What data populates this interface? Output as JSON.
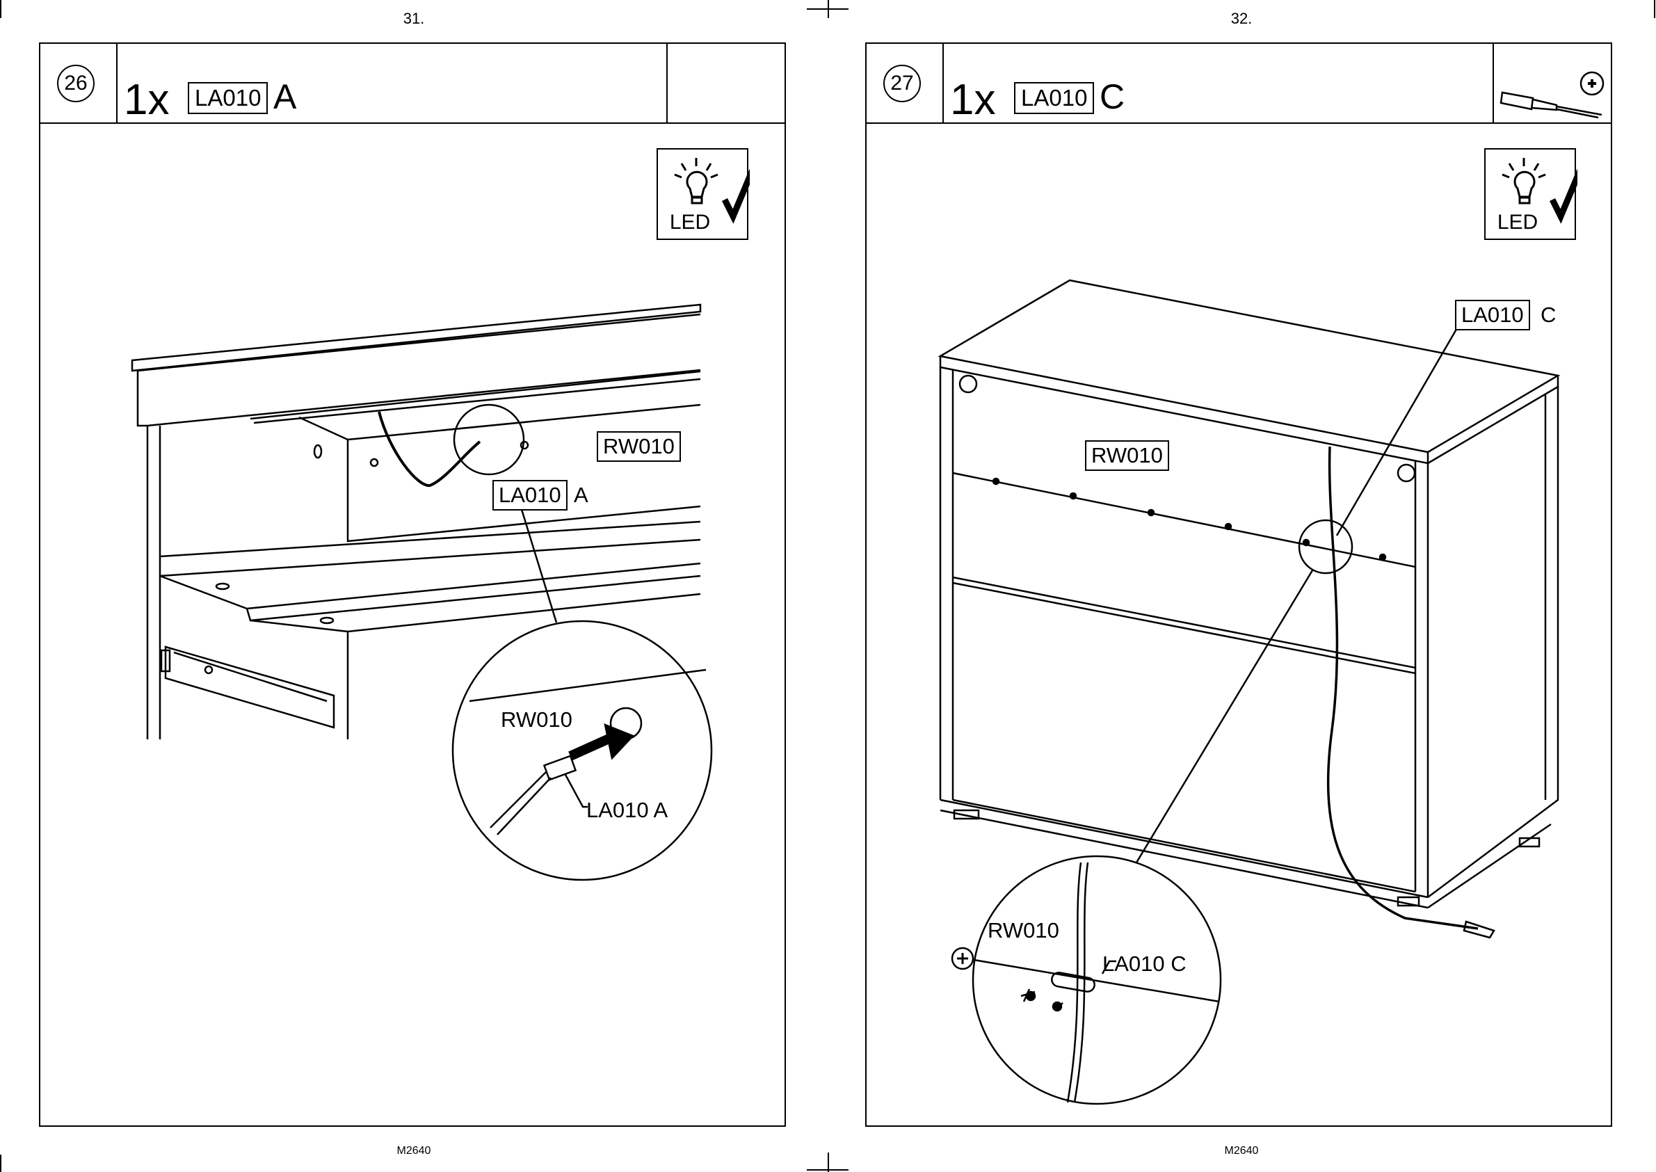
{
  "pages": [
    {
      "page_number": "31.",
      "step": "26",
      "quantity": "1x",
      "part": "LA010",
      "part_suffix": "A",
      "led_label": "LED",
      "labels": {
        "panel": "RW010",
        "part_boxed": "LA010",
        "part_boxed_suffix": "A",
        "detail_panel": "RW010",
        "detail_part": "LA010 A"
      },
      "footer": "M2640"
    },
    {
      "page_number": "32.",
      "step": "27",
      "quantity": "1x",
      "part": "LA010",
      "part_suffix": "C",
      "led_label": "LED",
      "tool": "phillips-screwdriver",
      "labels": {
        "panel": "RW010",
        "part_boxed": "LA010",
        "part_boxed_suffix": "C",
        "detail_panel": "RW010",
        "detail_part": "LA010 C"
      },
      "footer": "M2640"
    }
  ],
  "colors": {
    "ink": "#000000",
    "paper": "#ffffff",
    "shade": "#f2f2f2"
  }
}
